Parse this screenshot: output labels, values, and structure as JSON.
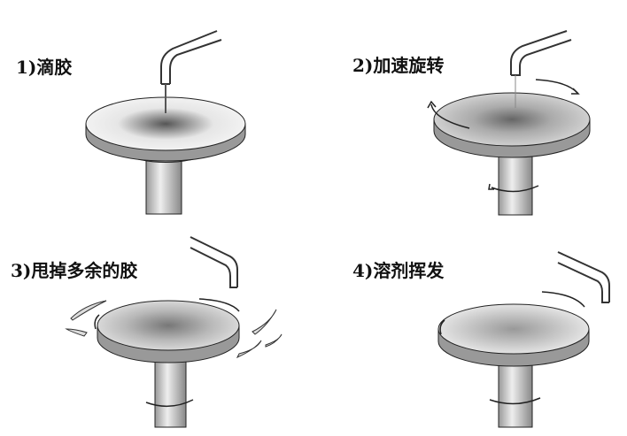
{
  "steps": [
    {
      "label": "1)滴胶"
    },
    {
      "label": "2)加速旋转"
    },
    {
      "label": "3)甩掉多余的胶"
    },
    {
      "label": "4)溶剂挥发"
    }
  ],
  "colors": {
    "disc": "#d8d8d8",
    "rim": "#8a8a8a",
    "resist": "#7a7a7a",
    "shaft": "#cfcfcf",
    "outline": "#222222"
  }
}
